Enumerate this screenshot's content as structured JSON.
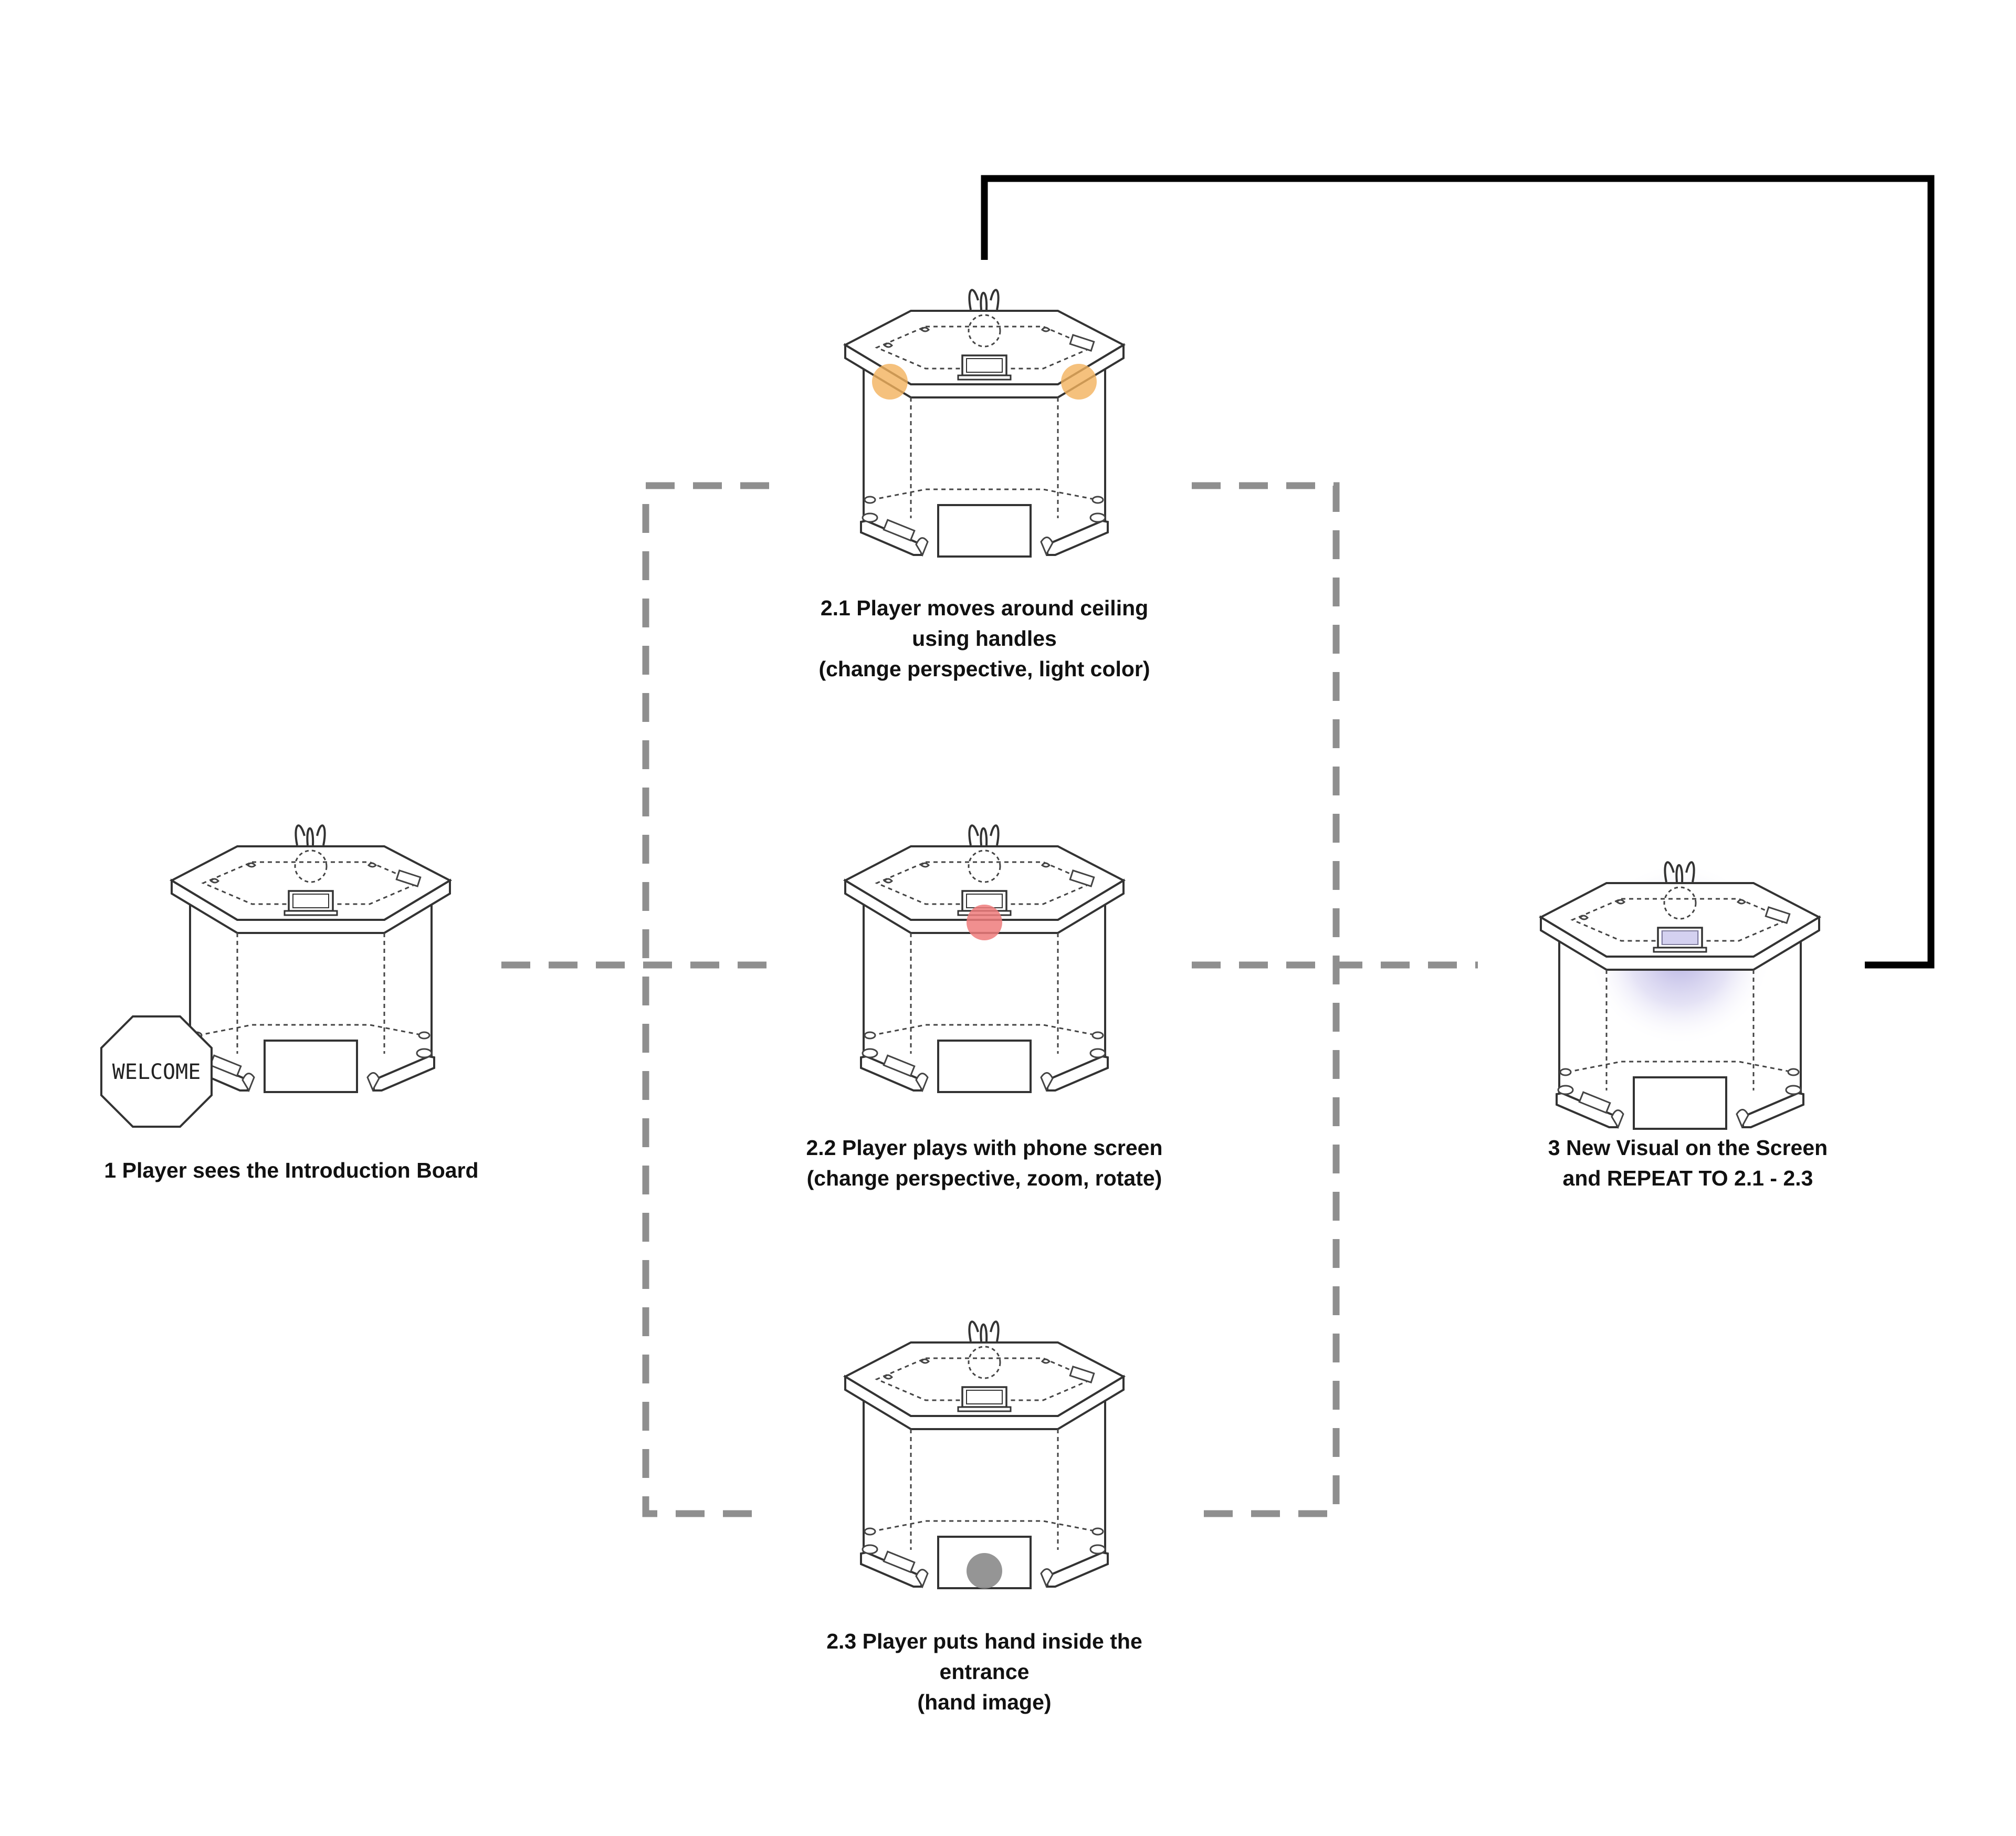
{
  "steps": {
    "intro": {
      "line1": "1 Player sees the Introduction Board"
    },
    "ceiling": {
      "line1": "2.1 Player moves around ceiling",
      "line2": "using handles",
      "line3": "(change perspective, light color)"
    },
    "phone": {
      "line1": "2.2 Player plays with phone screen",
      "line2": "(change perspective, zoom, rotate)"
    },
    "hand": {
      "line1": "2.3 Player puts hand inside the",
      "line2": "entrance",
      "line3": "(hand image)"
    },
    "result": {
      "line1": "3 New Visual on the Screen",
      "line2_prefix": "and ",
      "line2_emphasis": "REPEAT TO 2.1 - 2.3"
    }
  },
  "sign": {
    "text": "WELCOME"
  },
  "colors": {
    "handle_highlight": "#f2b15c",
    "phone_highlight": "#ee7b7b",
    "hand_highlight": "#8a8a8a",
    "visual_glow": "#9a94d6",
    "dashed_connector": "#8f8f8f",
    "loop_connector": "#000000"
  }
}
